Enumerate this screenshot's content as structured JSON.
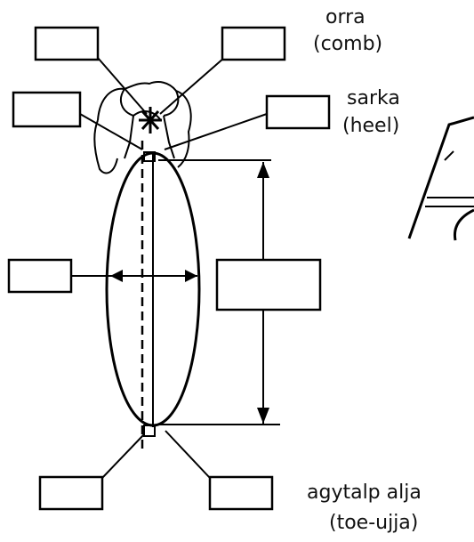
{
  "labels": {
    "orra": "orra",
    "comb": "(comb)",
    "sarka": "sarka",
    "heel": "(heel)",
    "agytalp": "agytalp alja",
    "toe": "(toe-ujja)"
  },
  "blank_boxes": [
    {
      "id": "top-left"
    },
    {
      "id": "top-right"
    },
    {
      "id": "mid-left"
    },
    {
      "id": "mid-right"
    },
    {
      "id": "width-left"
    },
    {
      "id": "length-right"
    },
    {
      "id": "bottom-left"
    },
    {
      "id": "bottom-right"
    }
  ]
}
